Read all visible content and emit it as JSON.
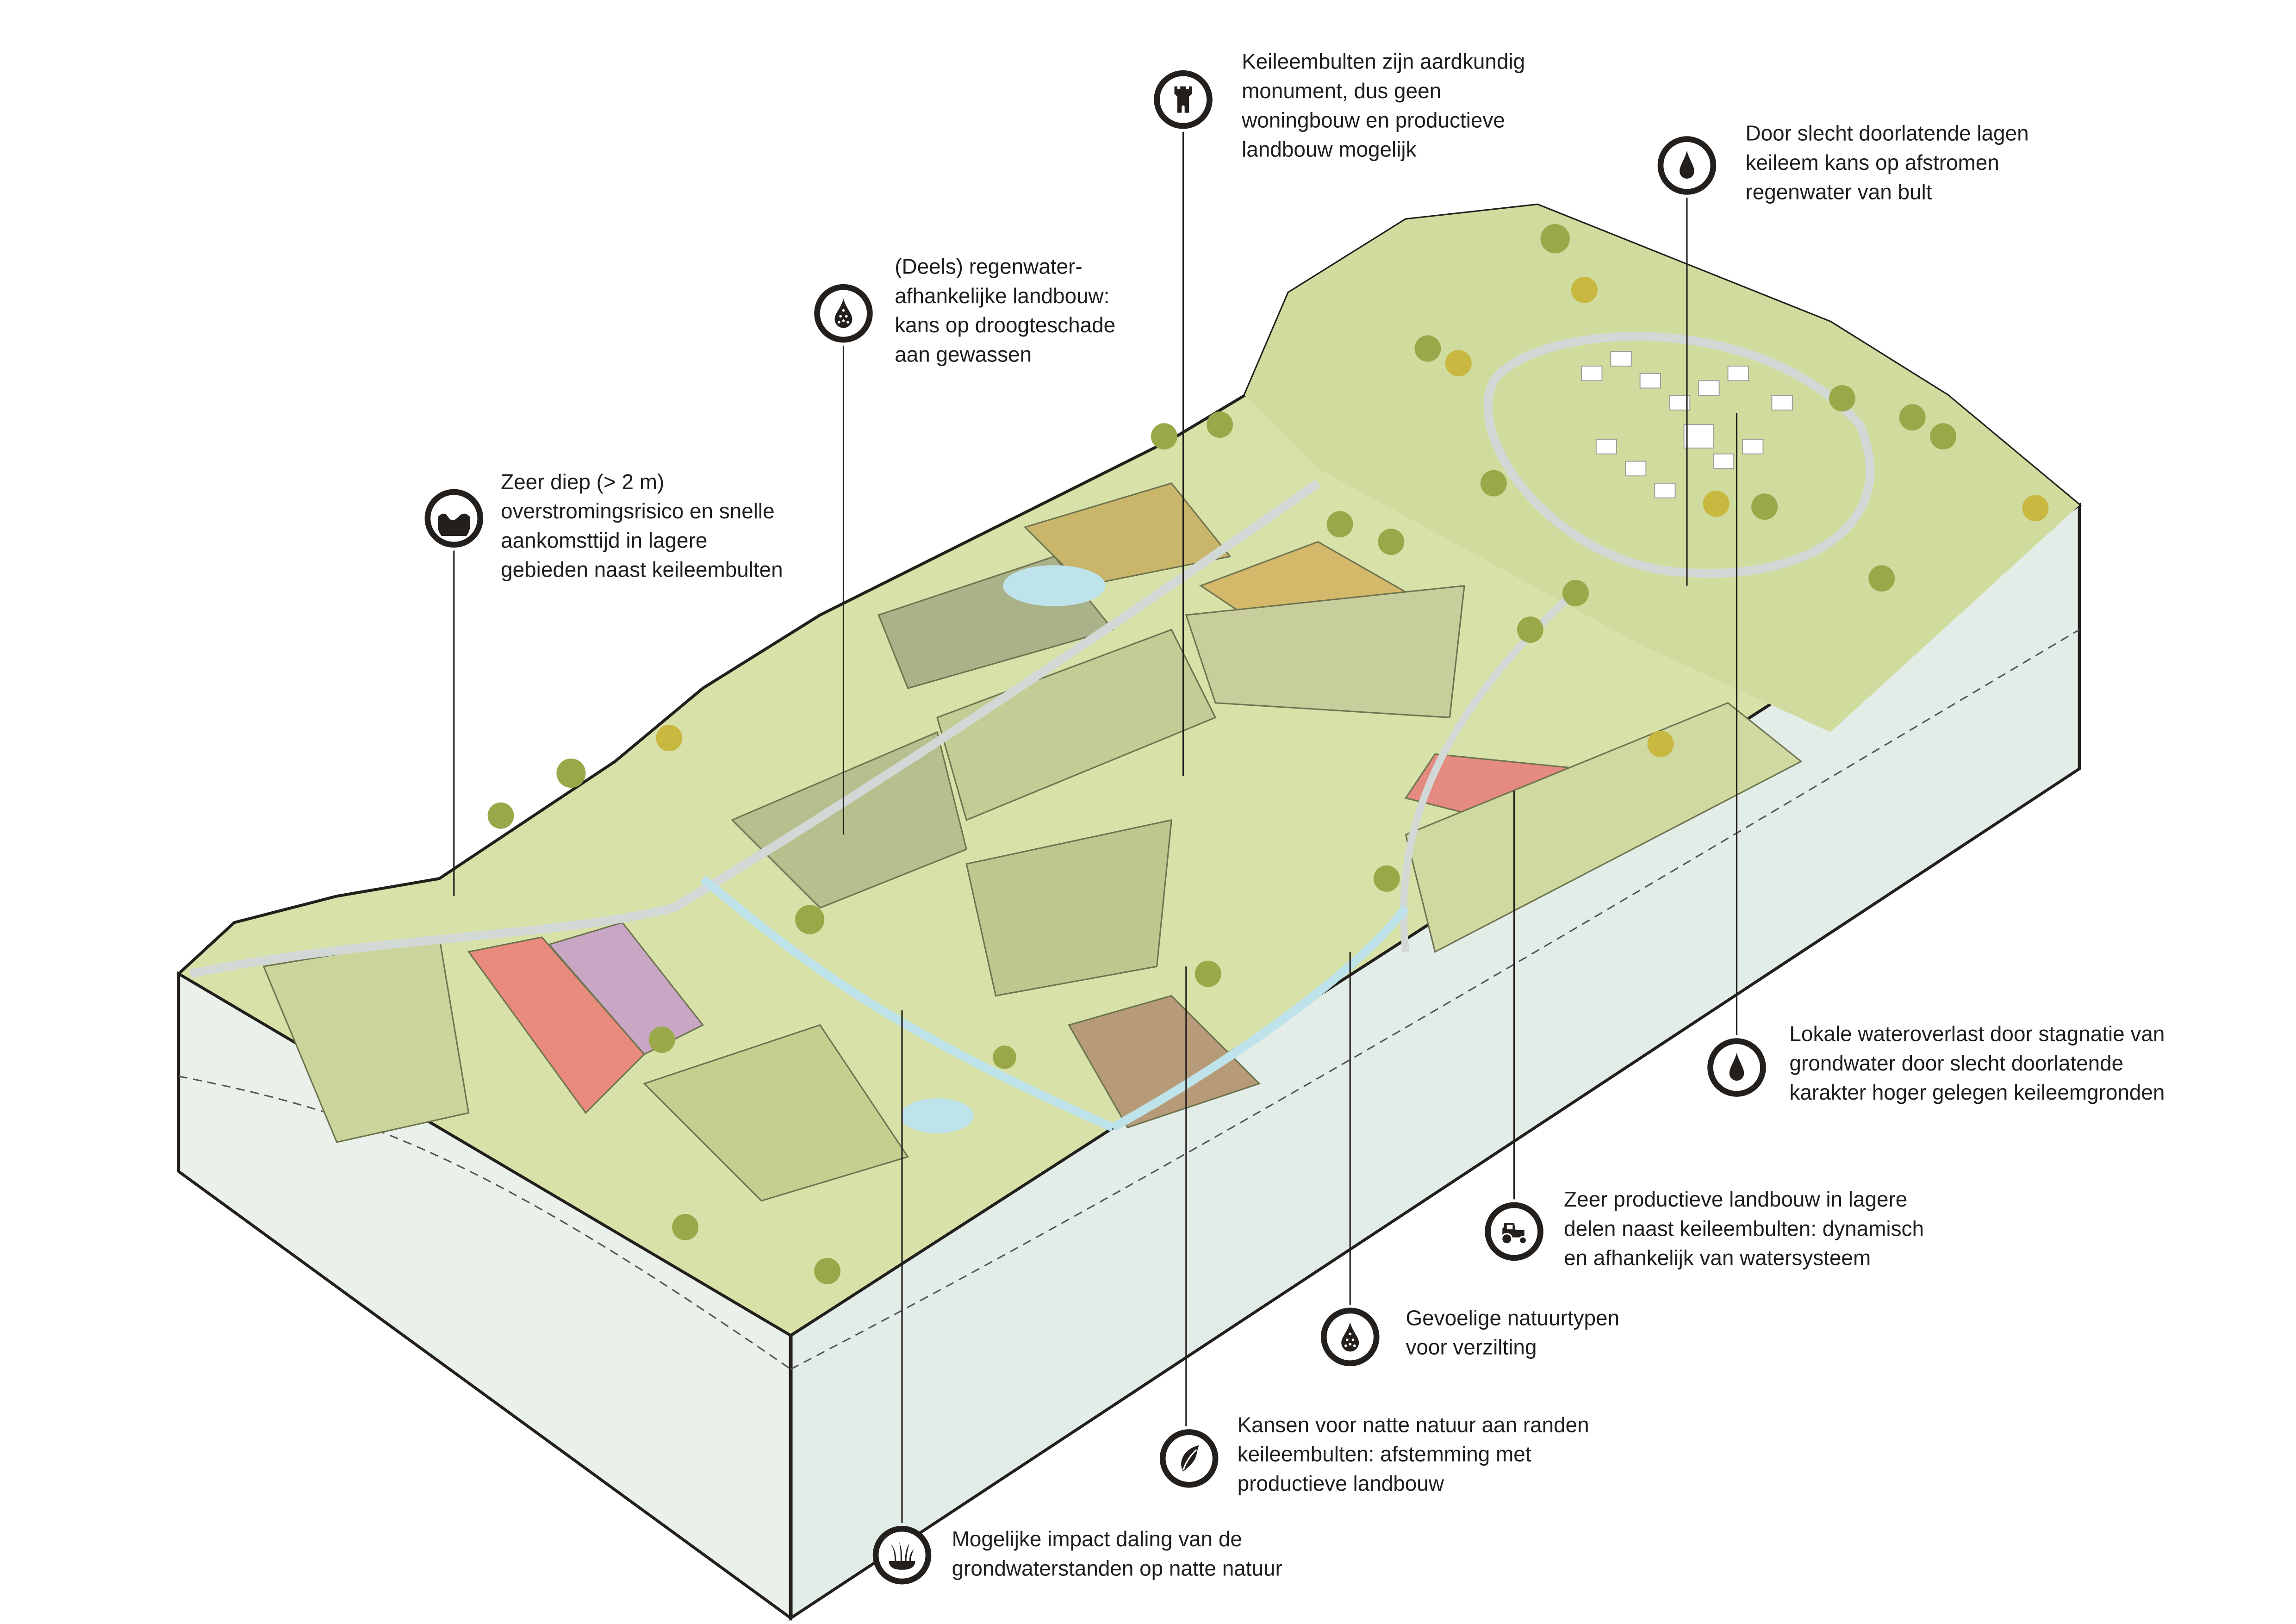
{
  "callouts": [
    {
      "id": "monument",
      "icon": "castle-tower-icon",
      "lines": [
        "Keileembulten zijn aardkundig",
        "monument, dus geen",
        "woningbouw en productieve",
        "landbouw mogelijk"
      ]
    },
    {
      "id": "runoff",
      "icon": "water-drop-icon",
      "lines": [
        "Door slecht doorlatende lagen",
        "keileem kans op afstromen",
        "regenwater van bult"
      ]
    },
    {
      "id": "drought",
      "icon": "dotted-drop-icon",
      "lines": [
        "(Deels) regenwater-",
        "afhankelijke landbouw:",
        "kans op droogteschade",
        "aan gewassen"
      ]
    },
    {
      "id": "flood",
      "icon": "flood-wave-icon",
      "lines": [
        "Zeer diep (> 2 m)",
        "overstromingsrisico en snelle",
        "aankomsttijd in lagere",
        "gebieden naast keileembulten"
      ]
    },
    {
      "id": "stagnation",
      "icon": "water-drop-icon",
      "lines": [
        "Lokale wateroverlast door stagnatie van",
        "grondwater door slecht doorlatende",
        "karakter hoger gelegen keileemgronden"
      ]
    },
    {
      "id": "productive",
      "icon": "tractor-icon",
      "lines": [
        "Zeer productieve landbouw in lagere",
        "delen naast keileembulten: dynamisch",
        "en afhankelijk van watersysteem"
      ]
    },
    {
      "id": "salinization",
      "icon": "dotted-drop-icon",
      "lines": [
        "Gevoelige natuurtypen",
        "voor verzilting"
      ]
    },
    {
      "id": "wet-nature",
      "icon": "leaf-icon",
      "lines": [
        "Kansen voor natte natuur aan randen",
        "keileembulten: afstemming met",
        "productieve landbouw"
      ]
    },
    {
      "id": "groundwater",
      "icon": "grass-icon",
      "lines": [
        "Mogelijke impact daling van de",
        "grondwaterstanden op natte natuur"
      ]
    }
  ],
  "colors": {
    "surface": "#d8e2a8",
    "field_dark": "#b7bf8e",
    "field_light": "#e3e8b4",
    "face": "#e6efe9",
    "road": "#d2d8d6",
    "water": "#bfe3ea",
    "tree": "#9aa84a",
    "ink": "#231f1c"
  }
}
